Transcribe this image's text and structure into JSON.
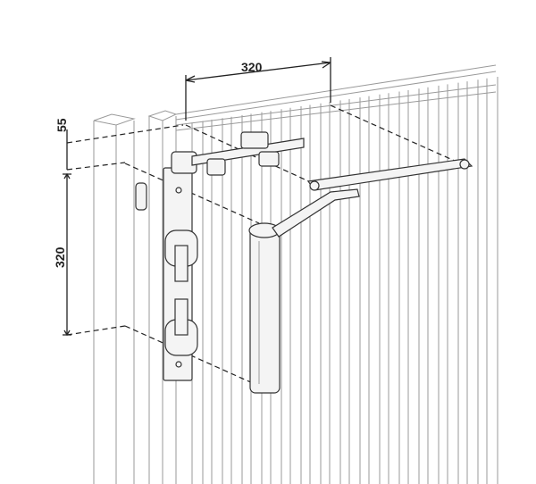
{
  "dimensions": {
    "horizontal_spacing": "320",
    "top_offset": "55",
    "vertical_spacing": "320"
  }
}
